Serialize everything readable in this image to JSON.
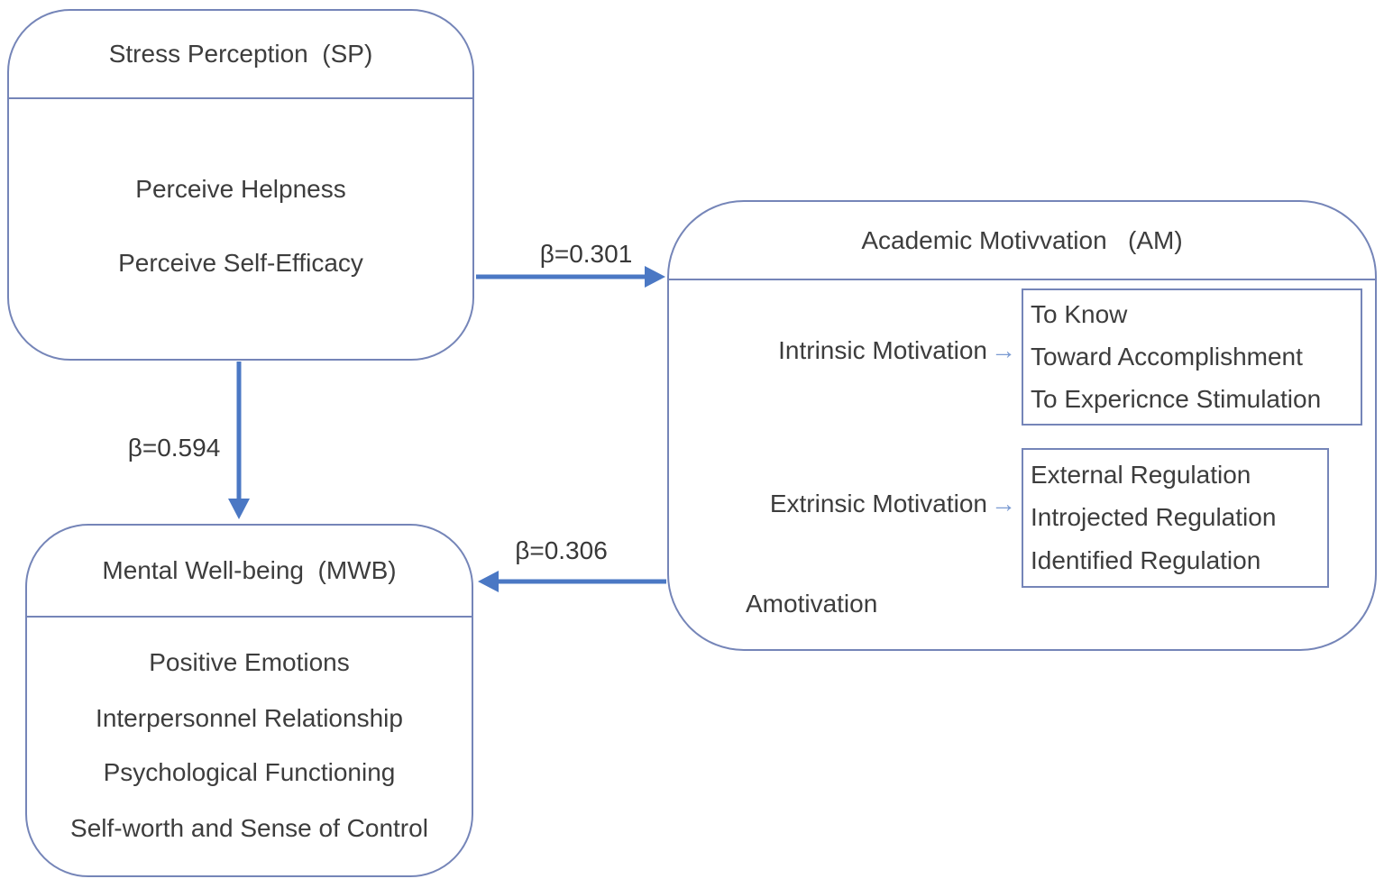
{
  "diagram": {
    "type": "path-model",
    "colors": {
      "box_border": "#7585b8",
      "arrow": "#4b78c4",
      "small_arrow": "#7b9bd2",
      "text": "#3d3d3d",
      "background": "#ffffff"
    },
    "nodes": {
      "sp": {
        "title": "Stress Perception  (SP)",
        "items": [
          "Perceive Helpness",
          "Perceive Self-Efficacy"
        ]
      },
      "am": {
        "title": "Academic Motivvation   (AM)",
        "intrinsic_label": "Intrinsic Motivation",
        "intrinsic_arrow": "→",
        "intrinsic_items": [
          "To Know",
          "Toward Accomplishment",
          "To Expericnce Stimulation"
        ],
        "extrinsic_label": "Extrinsic Motivation",
        "extrinsic_arrow": "→",
        "extrinsic_items": [
          "External Regulation",
          "Introjected Regulation",
          "Identified Regulation"
        ],
        "amotivation_label": "Amotivation"
      },
      "mwb": {
        "title": "Mental Well-being  (MWB)",
        "items": [
          "Positive Emotions",
          "Interpersonnel Relationship",
          "Psychological Functioning",
          "Self-worth and Sense of Control"
        ]
      }
    },
    "paths": [
      {
        "from": "SP",
        "to": "AM",
        "label": "β=0.301"
      },
      {
        "from": "SP",
        "to": "MWB",
        "label": "β=0.594"
      },
      {
        "from": "AM",
        "to": "MWB",
        "label": "β=0.306"
      }
    ]
  }
}
